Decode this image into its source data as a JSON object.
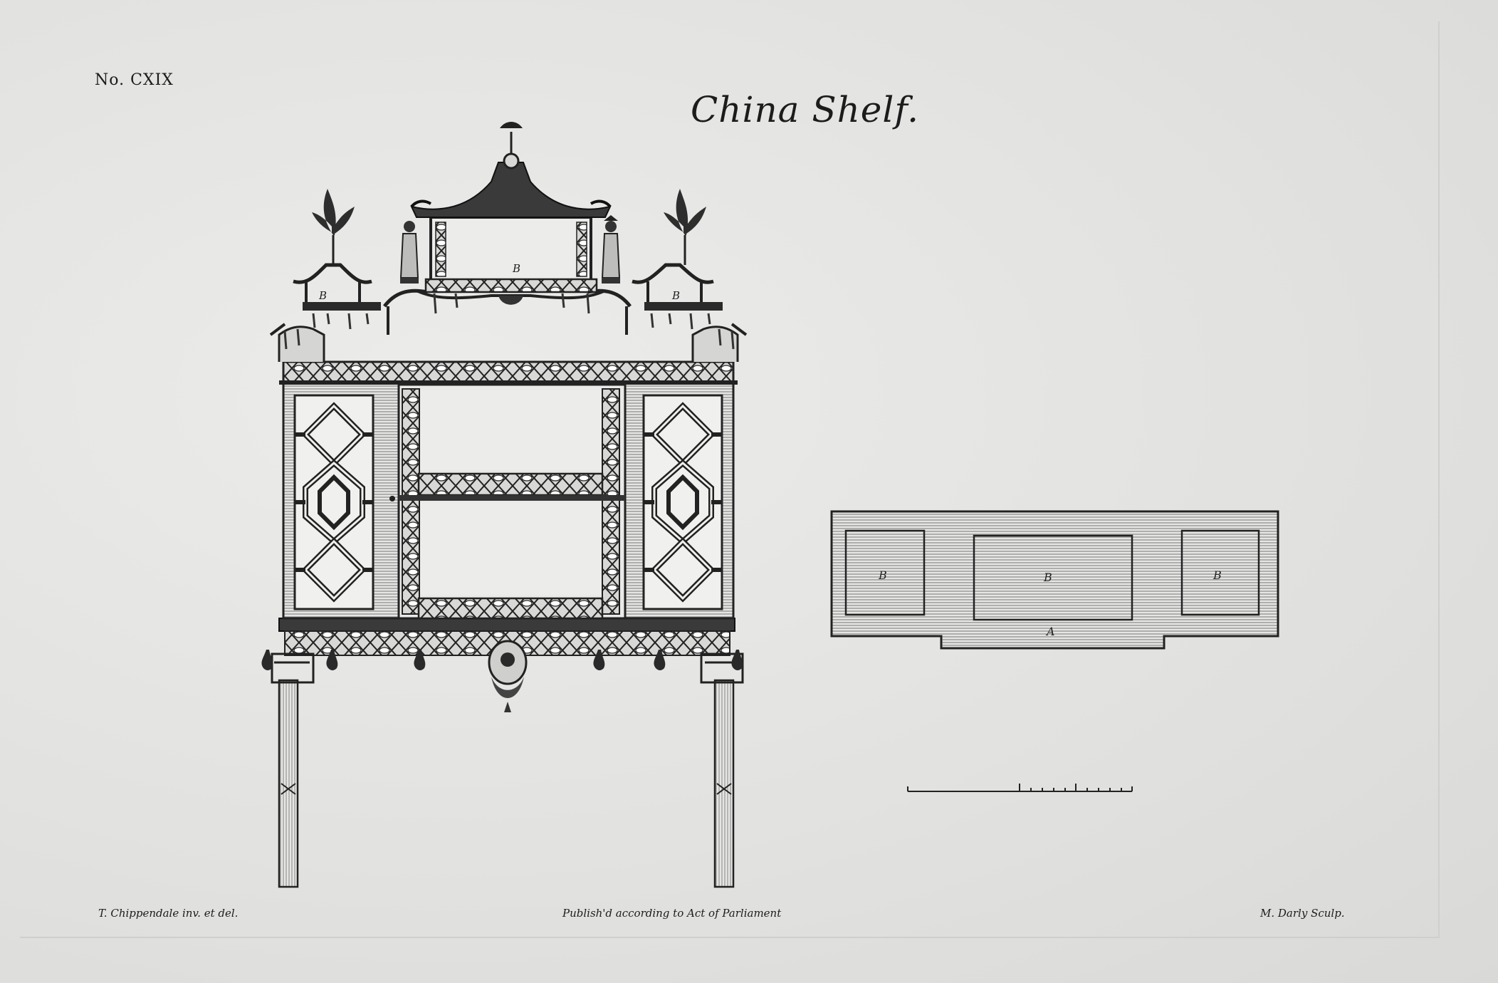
{
  "plate": {
    "number": "No. CXIX",
    "title": "China Shelf."
  },
  "elevation": {
    "shelf_labels": [
      "B",
      "B",
      "B"
    ]
  },
  "plan": {
    "section_labels": [
      "B",
      "B",
      "B"
    ],
    "base_label": "A"
  },
  "credits": {
    "left": "T. Chippendale inv. et del.",
    "center": "Publish'd according to Act of Parliament",
    "right": "M. Darly Sculp."
  }
}
